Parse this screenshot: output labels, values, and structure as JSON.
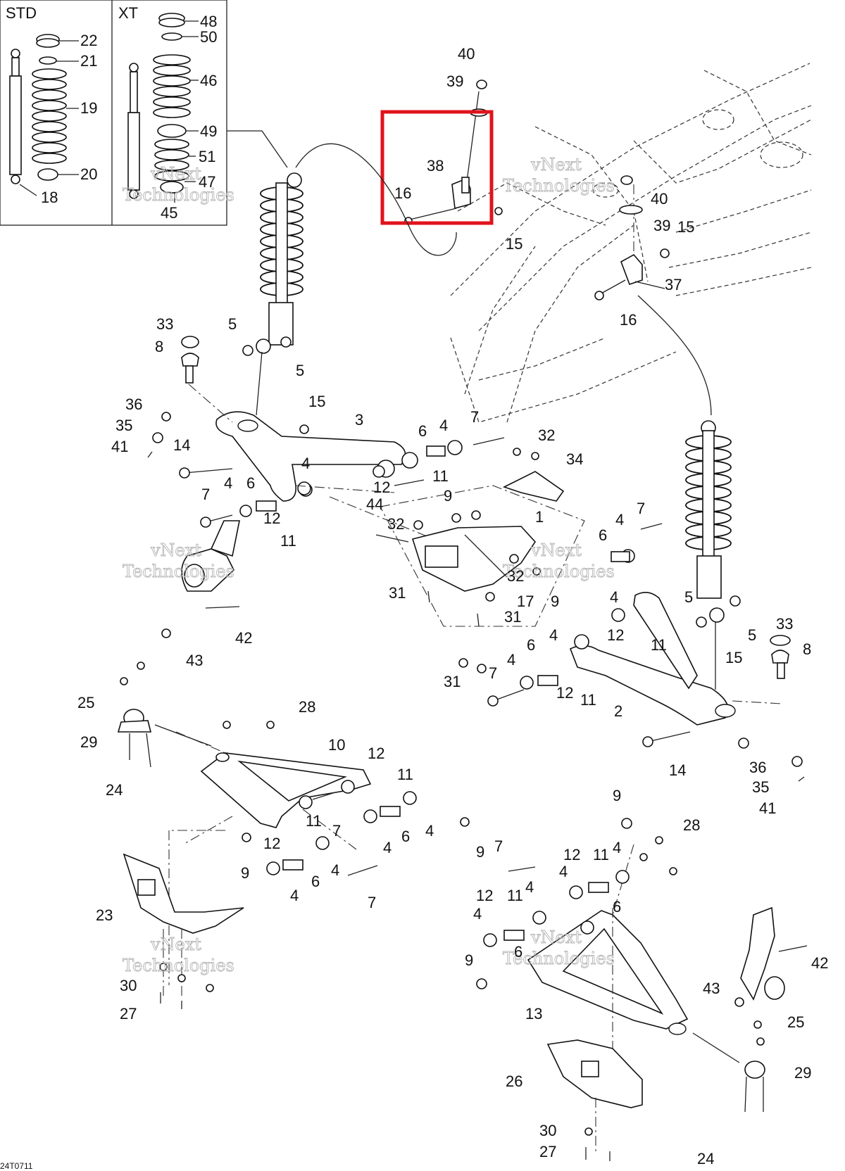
{
  "inset": {
    "std_label": "STD",
    "xt_label": "XT",
    "std_callouts": [
      "22",
      "21",
      "19",
      "20",
      "18"
    ],
    "xt_callouts": [
      "48",
      "50",
      "46",
      "49",
      "51",
      "47",
      "45"
    ]
  },
  "callouts": {
    "c40a": "40",
    "c39a": "39",
    "c38": "38",
    "c16a": "16",
    "c40b": "40",
    "c39b": "39",
    "c15a": "15",
    "c15b": "15",
    "c37": "37",
    "c16b": "16",
    "c33a": "33",
    "c8a": "8",
    "c5a": "5",
    "c5b": "5",
    "c36a": "36",
    "c35a": "35",
    "c41a": "41",
    "c14a": "14",
    "c15c": "15",
    "c3": "3",
    "c6a": "6",
    "c4a": "4",
    "c7a": "7",
    "c32a": "32",
    "c34": "34",
    "c4b": "4",
    "c11a": "11",
    "c12a": "12",
    "c9a": "9",
    "c7b": "7",
    "c4c": "4",
    "c6b": "6",
    "c12b": "12",
    "c11b": "11",
    "c44": "44",
    "c32b": "32",
    "c1": "1",
    "c32c": "32",
    "c17": "17",
    "c9b": "9",
    "c31a": "31",
    "c31b": "31",
    "c31c": "31",
    "c42a": "42",
    "c43a": "43",
    "c4d": "4",
    "c7c": "7",
    "c6c": "6",
    "c4e": "4",
    "c12c": "12",
    "c11c": "11",
    "c5c": "5",
    "c5d": "5",
    "c33b": "33",
    "c8b": "8",
    "c15d": "15",
    "c4f": "4",
    "c6d": "6",
    "c12d": "12",
    "c11d": "11",
    "c7d": "7",
    "c2": "2",
    "c14b": "14",
    "c36b": "36",
    "c35b": "35",
    "c41b": "41",
    "c25a": "25",
    "c29a": "29",
    "c24a": "24",
    "c28a": "28",
    "c10": "10",
    "c12e": "12",
    "c11e": "11",
    "c4g": "4",
    "c6e": "6",
    "c4h": "4",
    "c11f": "11",
    "c7e": "7",
    "c9c": "9",
    "c12f": "12",
    "c6f": "6",
    "c4i": "4",
    "c4j": "4",
    "c7f": "7",
    "c23": "23",
    "c9d": "9",
    "c30a": "30",
    "c27a": "27",
    "c9e": "9",
    "c28b": "28",
    "c7g": "7",
    "c12g": "12",
    "c11g": "11",
    "c4k": "4",
    "c4l": "4",
    "c12h": "12",
    "c11h": "11",
    "c4m": "4",
    "c6g": "6",
    "c4n": "4",
    "c6h": "6",
    "c9f": "9",
    "c13": "13",
    "c42b": "42",
    "c43b": "43",
    "c25b": "25",
    "c29b": "29",
    "c26": "26",
    "c30b": "30",
    "c27b": "27",
    "c24b": "24"
  },
  "figure_code": "24T0711",
  "watermark_text": [
    "vNext",
    "Technologies"
  ]
}
